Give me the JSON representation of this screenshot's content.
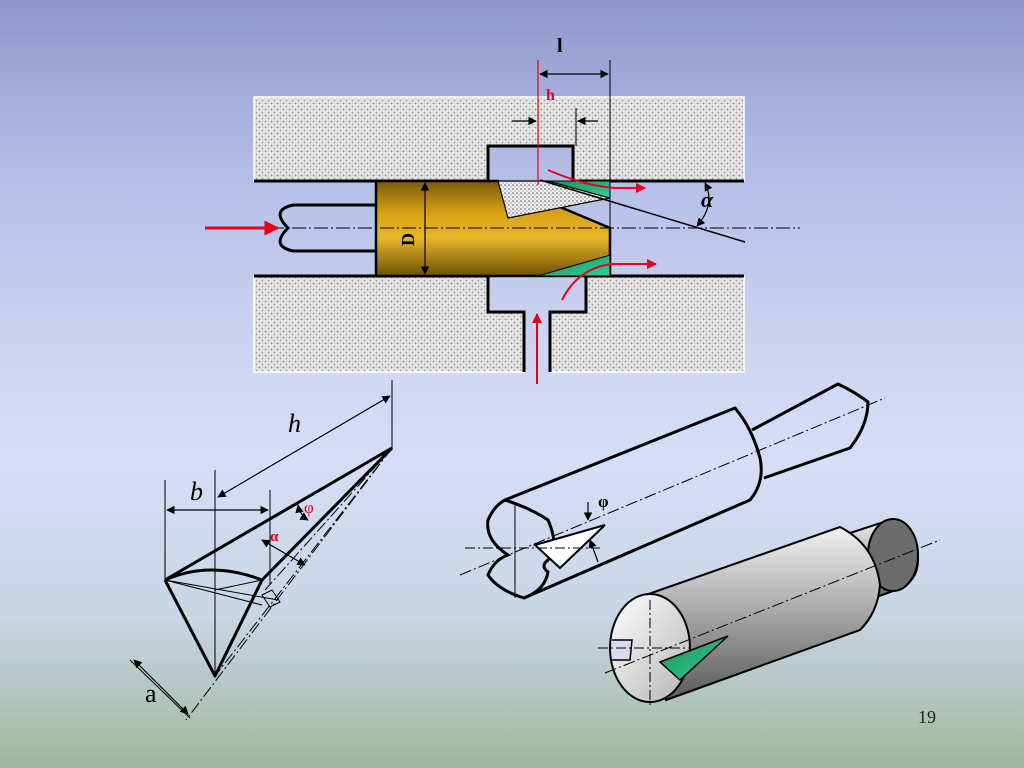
{
  "slide": {
    "page_number": "19",
    "colors": {
      "accent_red": "#e8001c",
      "brass": "#c8950c",
      "insert_green": "#2fbf9a",
      "rock": "#d9d9d9"
    }
  },
  "top_diagram": {
    "label_l": "l",
    "label_h": "h",
    "label_D": "D",
    "label_alpha": "α"
  },
  "left_diagram": {
    "label_h": "h",
    "label_b": "b",
    "label_a": "a",
    "label_phi": "φ",
    "label_alpha": "α"
  },
  "right_diagram": {
    "label_phi": "φ"
  }
}
